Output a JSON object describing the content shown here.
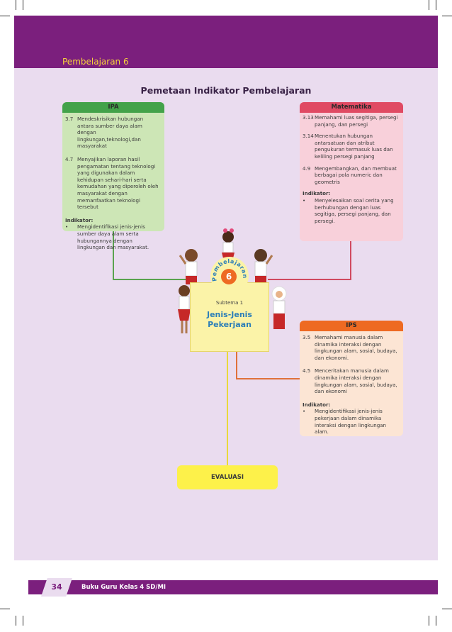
{
  "section_label": "Pembelajaran 6",
  "page_title": "Pemetaan Indikator Pembelajaran",
  "ipa": {
    "title": "IPA",
    "kd": [
      {
        "num": "3.7",
        "text": "Mendeskrisikan hubungan antara sumber daya alam dengan lingkungan,teknologi,dan masyarakat"
      },
      {
        "num": "4.7",
        "text": "Menyajikan laporan hasil pengamatan tentang teknologi yang digunakan dalam kehidupan sehari-hari serta kemudahan yang diperoleh oleh masyarakat dengan memanfaatkan teknologi tersebut"
      }
    ],
    "indicator_label": "Indikator:",
    "indicators": [
      "Mengidentifikasi jenis-jenis sumber daya alam serta hubungannya dengan lingkungan dan masyarakat."
    ]
  },
  "matematika": {
    "title": "Matematika",
    "kd": [
      {
        "num": "3.13",
        "text": "Memahami luas segitiga, persegi panjang, dan persegi"
      },
      {
        "num": "3.14",
        "text": "Menentukan hubungan antarsatuan dan atribut pengukuran termasuk luas dan keliling persegi panjang"
      },
      {
        "num": "4.9",
        "text": "Mengembangkan, dan membuat berbagai pola numeric dan geometris"
      }
    ],
    "indicator_label": "Indikator:",
    "indicators": [
      "Menyelesaikan soal cerita yang berhubungan dengan luas segitiga, persegi panjang, dan persegi."
    ]
  },
  "ips": {
    "title": "IPS",
    "kd": [
      {
        "num": "3.5",
        "text": "Memahami manusia dalam dinamika interaksi dengan lingkungan alam, sosial, budaya, dan ekonomi."
      },
      {
        "num": "4.5",
        "text": "Menceritakan manusia dalam dinamika interaksi dengan lingkungan alam, sosial, budaya, dan ekonomi"
      }
    ],
    "indicator_label": "Indikator:",
    "indicators": [
      "Mengidentifikasi jenis-jenis pekerjaan dalam dinamika interaksi dengan lingkungan alam."
    ]
  },
  "center": {
    "badge_text": "Pembelajaran",
    "badge_number": "6",
    "subtema": "Subtema 1",
    "subtema_title": "Jenis-Jenis Pekerjaan"
  },
  "evaluasi": "EVALUASI",
  "footer": {
    "page_number": "34",
    "book_title": "Buku Guru Kelas 4 SD/MI"
  },
  "colors": {
    "header": "#7b1f7d",
    "panel": "#eadcef",
    "ipa": "#43a24a",
    "matematika": "#e04a63",
    "ips": "#ee6a22",
    "evaluasi": "#fdf14a"
  }
}
